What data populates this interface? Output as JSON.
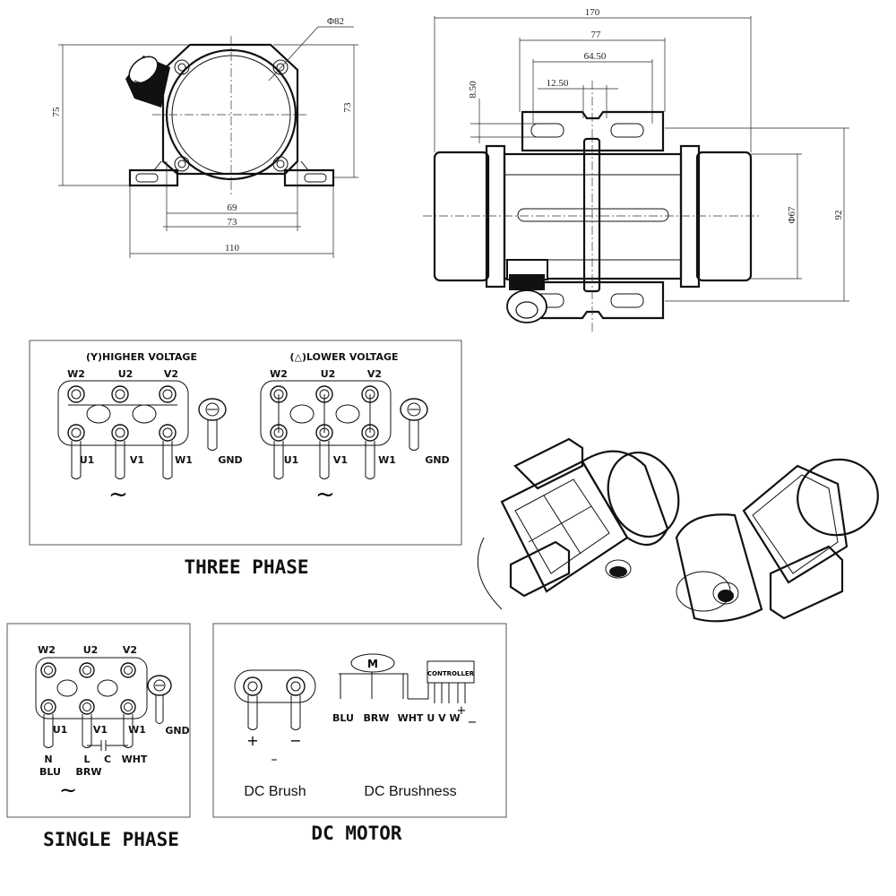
{
  "front_view": {
    "dia_label": "Φ82",
    "height_left": "75",
    "height_right": "73",
    "w_69": "69",
    "w_73": "73",
    "w_110": "110"
  },
  "side_view": {
    "len_170": "170",
    "len_77": "77",
    "len_64": "64.50",
    "len_12": "12.50",
    "h_8": "8.50",
    "dia_67": "Φ67",
    "h_92": "92"
  },
  "three_phase": {
    "higher_title": "(Y)HIGHER VOLTAGE",
    "lower_title": "(△)LOWER VOLTAGE",
    "top_labels": [
      "W2",
      "U2",
      "V2"
    ],
    "bottom_labels": [
      "U1",
      "V1",
      "W1"
    ],
    "gnd": "GND",
    "ac_symbol": "~",
    "caption": "THREE PHASE"
  },
  "single_phase": {
    "top_labels": [
      "W2",
      "U2",
      "V2"
    ],
    "bottom_labels": [
      "U1",
      "V1",
      "W1"
    ],
    "gnd": "GND",
    "n": "N",
    "l": "L",
    "c": "C",
    "blu": "BLU",
    "brw": "BRW",
    "wht": "WHT",
    "ac_symbol": "~",
    "caption": "SINGLE PHASE"
  },
  "dc_motor": {
    "plus": "+",
    "minus": "−",
    "m": "M",
    "controller": "CONTROLLER",
    "blu": "BLU",
    "brw": "BRW",
    "wht": "WHT",
    "uvw": "U V W",
    "pm_plus": "+",
    "pm_minus": "−",
    "brush_label": "DC Brush",
    "brushless_label": "DC Brushness",
    "caption": "DC MOTOR"
  }
}
